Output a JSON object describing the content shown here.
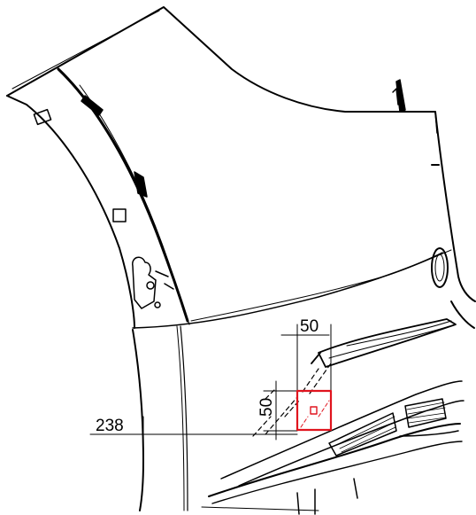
{
  "dimensions": {
    "width_label": "50",
    "height_label": "50",
    "offset_label": "238"
  },
  "colors": {
    "line": "#000000",
    "highlight": "#e0141e",
    "background": "#ffffff"
  }
}
